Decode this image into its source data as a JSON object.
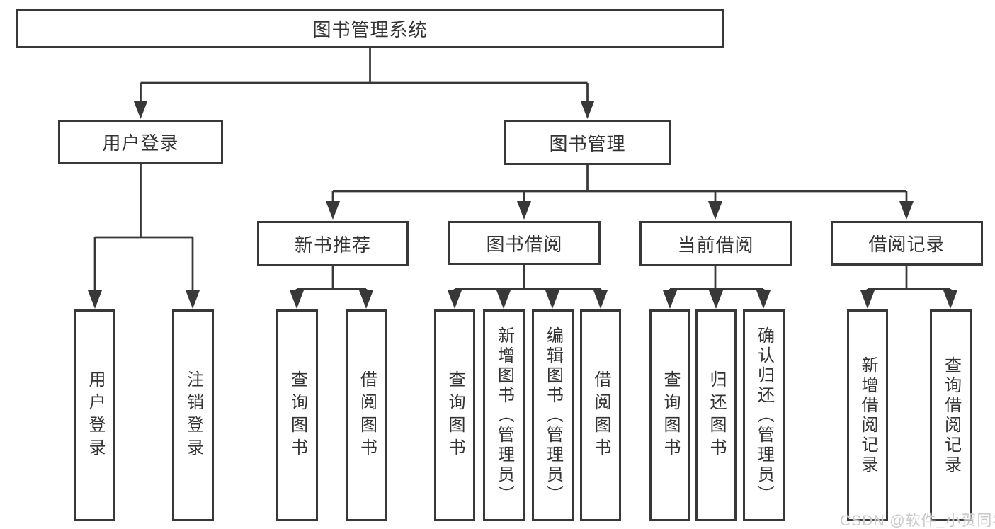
{
  "diagram": {
    "type": "tree",
    "title": "图书管理系统",
    "line_color": "#383838",
    "text_color": "#333333",
    "background": "#ffffff",
    "watermark": {
      "text": "CSDN @软件_小贺同学",
      "color": "#c9c9c9"
    },
    "hierarchy": {
      "图书管理系统": {
        "用户登录": [
          "用户登录",
          "注销登录"
        ],
        "图书管理": {
          "新书推荐": [
            "查询图书",
            "借阅图书"
          ],
          "图书借阅": [
            "查询图书",
            "新增图书（管理员）",
            "编辑图书（管理员）",
            "借阅图书"
          ],
          "当前借阅": [
            "查询图书",
            "归还图书",
            "确认归还（管理员）"
          ],
          "借阅记录": [
            "新增借阅记录",
            "查询借阅记录"
          ]
        }
      }
    }
  },
  "nodes": {
    "root": {
      "label": "图书管理系统"
    },
    "user_login": {
      "label": "用户登录"
    },
    "book_mgmt": {
      "label": "图书管理"
    },
    "new_book_rec": {
      "label": "新书推荐"
    },
    "book_borrow": {
      "label": "图书借阅"
    },
    "current_borrow": {
      "label": "当前借阅"
    },
    "borrow_records": {
      "label": "借阅记录"
    },
    "leaf_user_login": {
      "label": "用户登录"
    },
    "leaf_logout": {
      "label": "注销登录"
    },
    "leaf_nbr_search": {
      "label": "查询图书"
    },
    "leaf_nbr_borrow": {
      "label": "借阅图书"
    },
    "leaf_bb_search": {
      "label": "查询图书"
    },
    "leaf_bb_add": {
      "label": "新增图书（管理员）"
    },
    "leaf_bb_edit": {
      "label": "编辑图书（管理员）"
    },
    "leaf_bb_borrow": {
      "label": "借阅图书"
    },
    "leaf_cb_search": {
      "label": "查询图书"
    },
    "leaf_cb_return": {
      "label": "归还图书"
    },
    "leaf_cb_confirm": {
      "label": "确认归还（管理员）"
    },
    "leaf_br_add": {
      "label": "新增借阅记录"
    },
    "leaf_br_search": {
      "label": "查询借阅记录"
    }
  }
}
